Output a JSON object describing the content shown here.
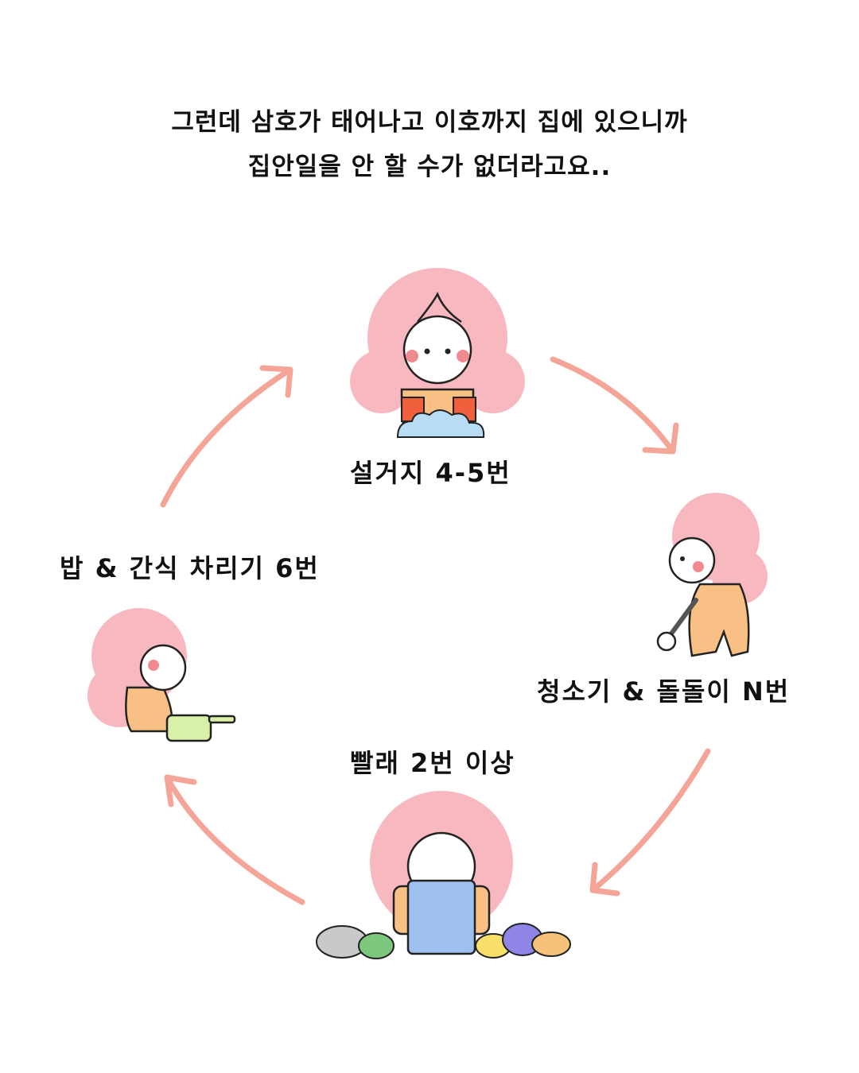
{
  "header": {
    "line1": "그런데 삼호가 태어나고 이호까지 집에 있으니까",
    "line2": "집안일을 안 할 수가 없더라고요.."
  },
  "cycle": [
    {
      "label": "설거지 4-5번"
    },
    {
      "label": "청소기 & 돌돌이 N번"
    },
    {
      "label": "빨래 2번 이상"
    },
    {
      "label": "밥 & 간식 차리기 6번"
    }
  ],
  "colors": {
    "arrow": "#f4a598",
    "hair": "#f7b8c0",
    "cheek": "#f08a90",
    "shirt": "#f9c086",
    "basket": "#9ec0ee",
    "pot": "#d8f0a8",
    "suds": "#b8dcf4",
    "gloves": "#f0603c"
  }
}
